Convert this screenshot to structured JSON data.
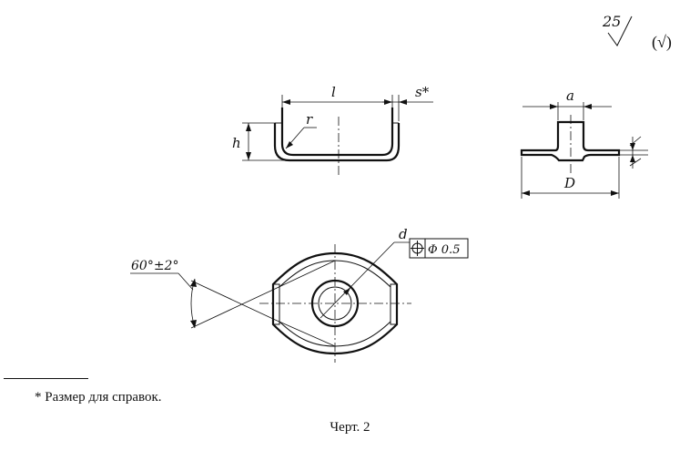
{
  "roughness": {
    "value": "25",
    "general_mark": "(√)"
  },
  "side_view": {
    "length_label": "l",
    "thickness_label": "s*",
    "radius_label": "r",
    "height_label": "h"
  },
  "section_view": {
    "width_label": "a",
    "diameter_label": "D"
  },
  "plan_view": {
    "hole_label": "d",
    "position_tolerance": "Φ 0.5",
    "angle_label": "60°±2°"
  },
  "footnote": "* Размер для справок.",
  "caption": "Черт. 2"
}
